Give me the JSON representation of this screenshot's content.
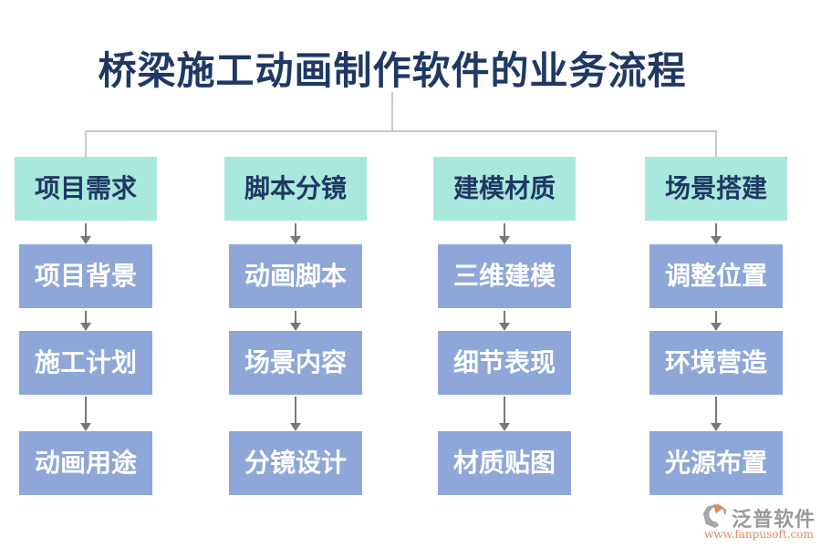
{
  "page": {
    "title": "桥梁施工动画制作软件的业务流程"
  },
  "flowchart": {
    "columns": [
      {
        "header": "项目需求",
        "steps": [
          "项目背景",
          "施工计划",
          "动画用途"
        ]
      },
      {
        "header": "脚本分镜",
        "steps": [
          "动画脚本",
          "场景内容",
          "分镜设计"
        ]
      },
      {
        "header": "建模材质",
        "steps": [
          "三维建模",
          "细节表现",
          "材质贴图"
        ]
      },
      {
        "header": "场景搭建",
        "steps": [
          "调整位置",
          "环境营造",
          "光源布置"
        ]
      }
    ]
  },
  "branding": {
    "logo_text": "泛普软件",
    "website": "www.fanpusoft.com"
  },
  "colors": {
    "title_text": "#1f3864",
    "header_bg": "#a9e8dc",
    "header_text": "#1f3864",
    "step_bg": "#8ea7d8",
    "step_text": "#ffffff",
    "connector_line": "#c9c9c9",
    "arrow": "#777777",
    "logo_gray": "#9a9a9a",
    "logo_orange": "#e0875f"
  }
}
